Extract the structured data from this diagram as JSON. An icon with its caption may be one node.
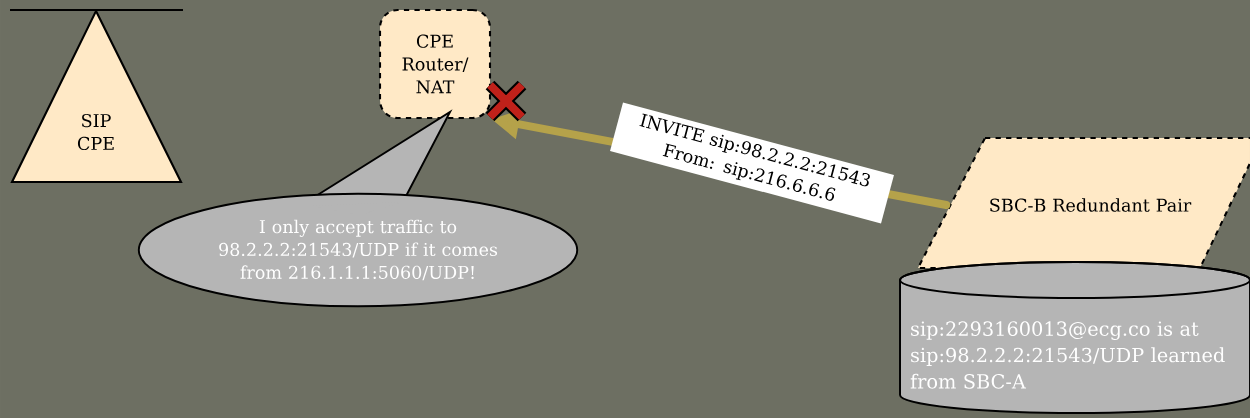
{
  "diagram": {
    "nodes": [
      {
        "text": [
          "SIP CPE"
        ]
      },
      {
        "text": [
          "CPE Router/ NAT"
        ]
      },
      {
        "text": [
          "I only accept traffic to 98.2.2.2:21543/UDP if it comes from 216.1.1.1:5060/UDP!"
        ]
      },
      {
        "text": [
          "SBC-B Redundant Pair"
        ]
      },
      {
        "text": [
          "sip:2293160013@ecg.co is at sip:98.2.2.2:21543/UDP learned from SBC-A"
        ]
      }
    ],
    "edges": [
      {
        "from": 3,
        "to": 1,
        "arrow": "to",
        "label": "INVITE sip:98.2.2.2:21543 From: sip:216.6.6.6"
      }
    ]
  }
}
